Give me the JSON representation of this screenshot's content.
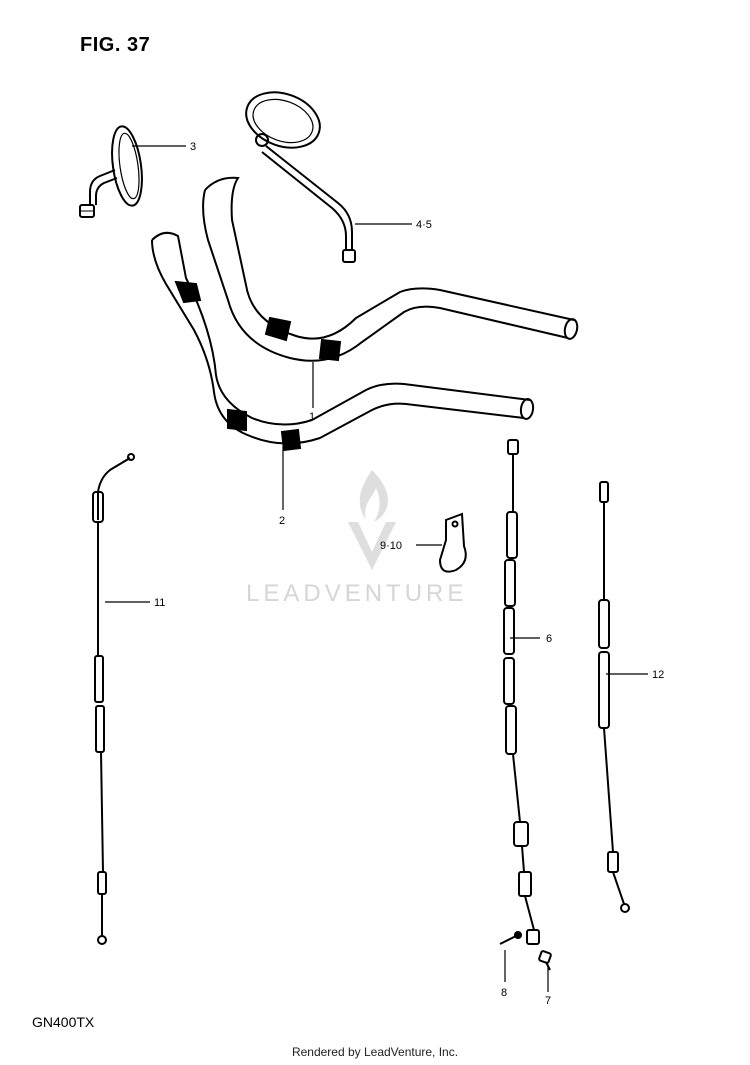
{
  "figure": {
    "title": "FIG. 37",
    "model": "GN400TX"
  },
  "footer": {
    "text": "Rendered by LeadVenture, Inc."
  },
  "watermark": {
    "text": "LEADVENTURE"
  },
  "callouts": {
    "c1": "1",
    "c2": "2",
    "c3": "3",
    "c45": "4·5",
    "c6": "6",
    "c7": "7",
    "c8": "8",
    "c910": "9·10",
    "c11": "11",
    "c12": "12"
  },
  "colors": {
    "ink": "#000000",
    "watermark": "#d6d6d6",
    "background": "#ffffff"
  }
}
